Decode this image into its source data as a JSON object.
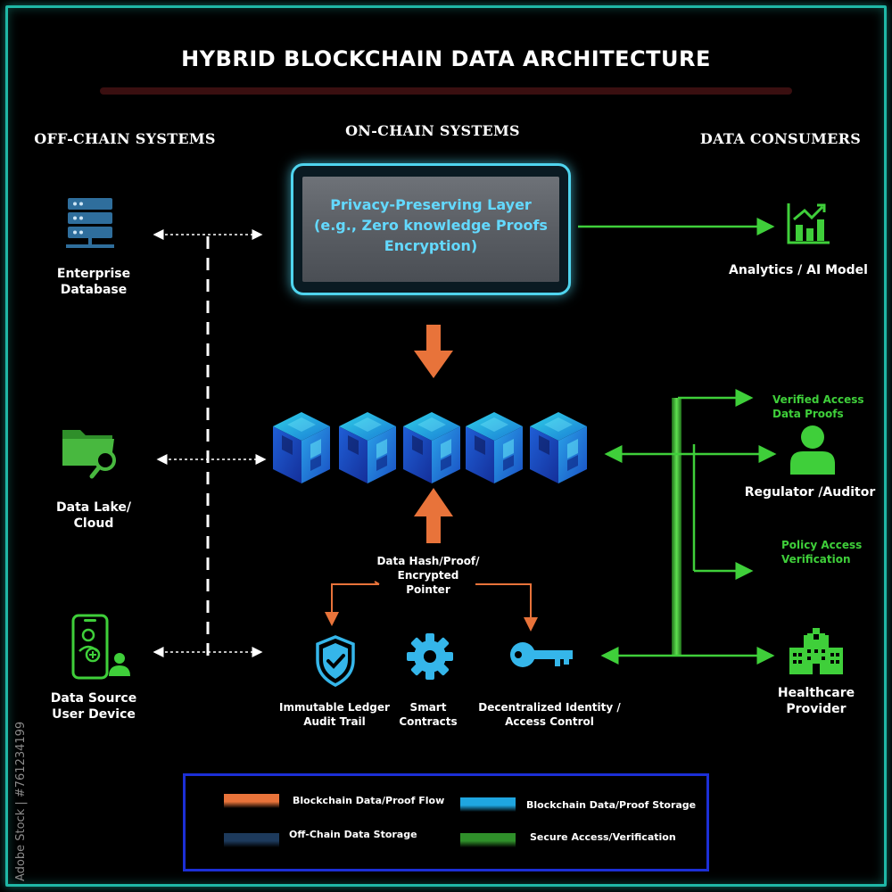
{
  "title": "HYBRID BLOCKCHAIN DATA ARCHITECTURE",
  "sections": {
    "off_chain": "OFF-CHAIN SYSTEMS",
    "on_chain": "ON-CHAIN SYSTEMS",
    "consumers": "DATA CONSUMERS"
  },
  "off_chain_nodes": {
    "enterprise_db": [
      "Enterprise",
      "Database"
    ],
    "data_lake": [
      "Data Lake/",
      "Cloud"
    ],
    "user_device": [
      "Data Source",
      "User Device"
    ]
  },
  "privacy_layer": {
    "line1": "Privacy-Preserving Layer",
    "line2": "(e.g., Zero knowledge Proofs",
    "line3": "Encryption)"
  },
  "data_hash": [
    "Data Hash/Proof/",
    "Encrypted",
    "Pointer"
  ],
  "on_chain_components": {
    "ledger": [
      "Immutable Ledger",
      "Audit Trail"
    ],
    "contracts": [
      "Smart",
      "Contracts"
    ],
    "identity": [
      "Decentralized Identity /",
      "Access Control"
    ]
  },
  "consumers": {
    "analytics": "Analytics / AI Model",
    "regulator": "Regulator /Auditor",
    "healthcare": [
      "Healthcare",
      "Provider"
    ]
  },
  "green_labels": {
    "verified": [
      "Verified Access",
      "Data Proofs"
    ],
    "policy": [
      "Policy  Access",
      "Verification"
    ]
  },
  "legend": {
    "items": [
      {
        "label": "Blockchain Data/Proof Flow",
        "color": "#e8733a"
      },
      {
        "label": "Blockchain Data/Proof Storage",
        "color": "#1fa6e0"
      },
      {
        "label": "Off-Chain Data Storage",
        "color": "#1d3a5c"
      },
      {
        "label": "Secure Access/Verification",
        "color": "#2f8f2a"
      }
    ]
  },
  "watermark": "Adobe Stock | #761234199",
  "colors": {
    "accent_green": "#3fcf3a",
    "accent_orange": "#e8733a",
    "accent_cyan": "#4fd4ee",
    "frame": "#1fb7a6"
  }
}
